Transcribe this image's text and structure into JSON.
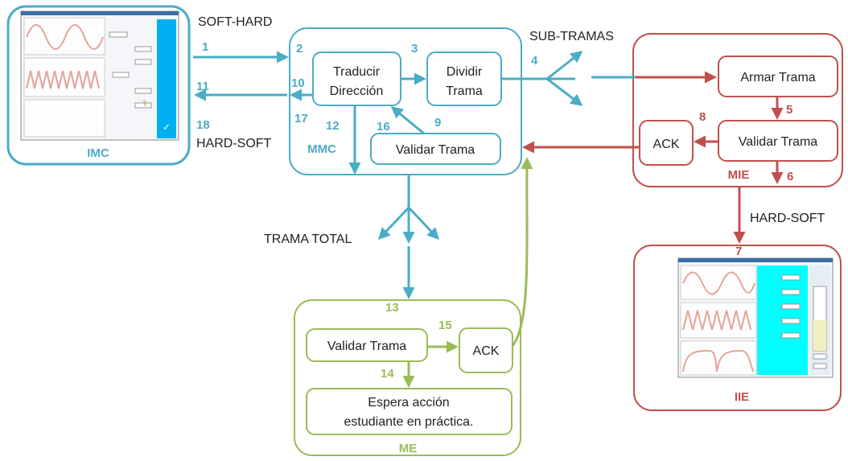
{
  "colors": {
    "blue": "#4bacc6",
    "red": "#c0504d",
    "green": "#9bbb59",
    "text": "#222222",
    "screen_blue": "#00b0f0",
    "screen_cyan": "#00ffff",
    "wave": "#e3a49a"
  },
  "blocks": {
    "imc": "IMC",
    "mmc": "MMC",
    "mie": "MIE",
    "iie": "IIE",
    "me": "ME"
  },
  "mmc": {
    "traducir": [
      "Traducir",
      "Dirección"
    ],
    "dividir": [
      "Dividir",
      "Trama"
    ],
    "validar": "Validar Trama"
  },
  "mie": {
    "armar": "Armar Trama",
    "validar": "Validar Trama",
    "ack": "ACK"
  },
  "me": {
    "validar": "Validar Trama",
    "ack": "ACK",
    "espera": [
      "Espera acción",
      "estudiante en práctica."
    ]
  },
  "flow_labels": {
    "soft_hard": "SOFT-HARD",
    "hard_soft_left": "HARD-SOFT",
    "sub_tramas": "SUB-TRAMAS",
    "trama_total": "TRAMA TOTAL",
    "hard_soft_right": "HARD-SOFT"
  },
  "step_numbers": {
    "n1": "1",
    "n2": "2",
    "n3": "3",
    "n4": "4",
    "n5": "5",
    "n6": "6",
    "n7": "7",
    "n8": "8",
    "n9": "9",
    "n10": "10",
    "n11": "11",
    "n12": "12",
    "n13": "13",
    "n14": "14",
    "n15": "15",
    "n16": "16",
    "n17": "17",
    "n18": "18"
  }
}
